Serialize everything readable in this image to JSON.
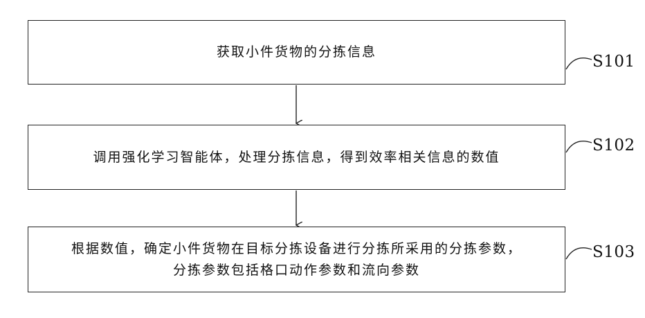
{
  "steps": [
    {
      "id": "S101",
      "lines": [
        "获取小件货物的分拣信息"
      ]
    },
    {
      "id": "S102",
      "lines": [
        "调用强化学习智能体，处理分拣信息，得到效率相关信息的数值"
      ]
    },
    {
      "id": "S103",
      "lines": [
        "根据数值，确定小件货物在目标分拣设备进行分拣所采用的分拣参数，",
        "分拣参数包括格口动作参数和流向参数"
      ]
    }
  ]
}
